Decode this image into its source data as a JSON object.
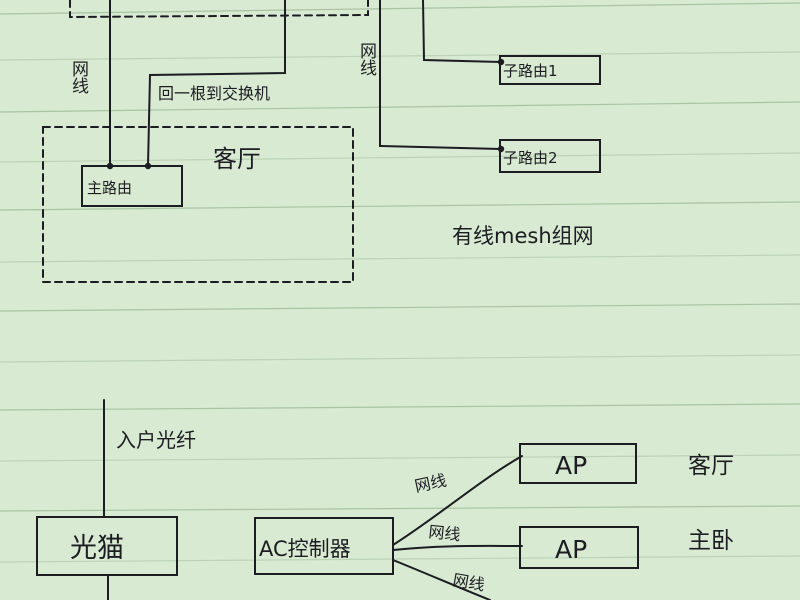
{
  "top_diagram": {
    "subrouter_1": "子路由1",
    "subrouter_2": "子路由2",
    "main_router": "主路由",
    "living_room": "客厅",
    "cable_left": "网线",
    "cable_right": "网线",
    "cable_note": "回一根到交换机",
    "caption": "有线mesh组网"
  },
  "bottom_diagram": {
    "incoming_fiber": "入户光纤",
    "optical_modem": "光猫",
    "ac_controller": "AC控制器",
    "ap_1": "AP",
    "ap_2": "AP",
    "room_1": "客厅",
    "room_2": "主卧",
    "cable_1": "网线",
    "cable_2": "网线",
    "cable_3": "网线"
  }
}
